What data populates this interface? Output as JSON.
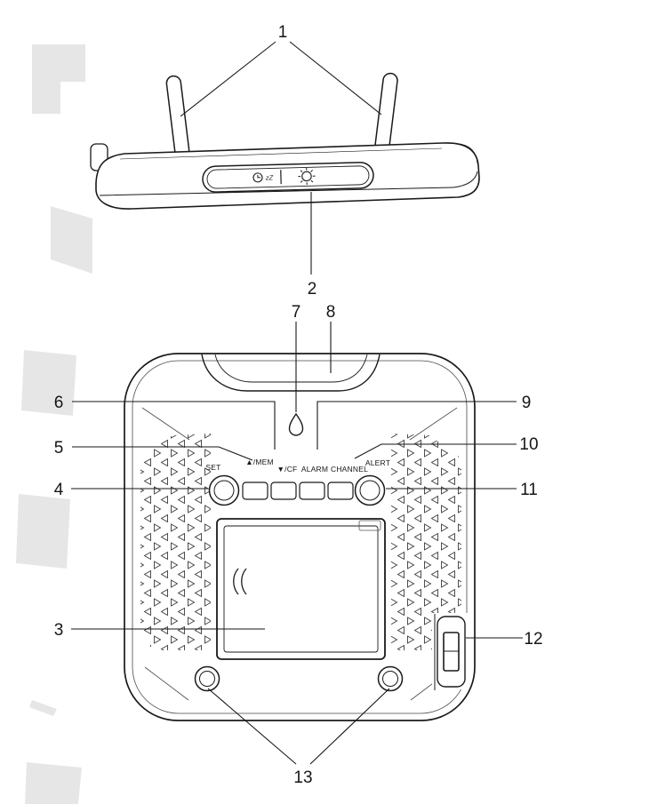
{
  "figure_colors": {
    "ink": "#1a1a1a",
    "watermark": "#e6e6e6",
    "background": "#ffffff"
  },
  "callouts": {
    "n1": "1",
    "n2": "2",
    "n3": "3",
    "n4": "4",
    "n5": "5",
    "n6": "6",
    "n7": "7",
    "n8": "8",
    "n9": "9",
    "n10": "10",
    "n11": "11",
    "n12": "12",
    "n13": "13"
  },
  "back_panel": {
    "set": "SET",
    "up_mem": "▲/MEM",
    "down_cf": "▼/CF",
    "alarm": "ALARM",
    "channel": "CHANNEL",
    "alert": "ALERT"
  },
  "top_panel": {
    "snooze_label": "zZ"
  },
  "icons": {
    "snooze": "clock-snooze-icon",
    "light": "light-rays-icon",
    "hanger": "keyhole-hanger",
    "grip": "battery-door-grip"
  }
}
